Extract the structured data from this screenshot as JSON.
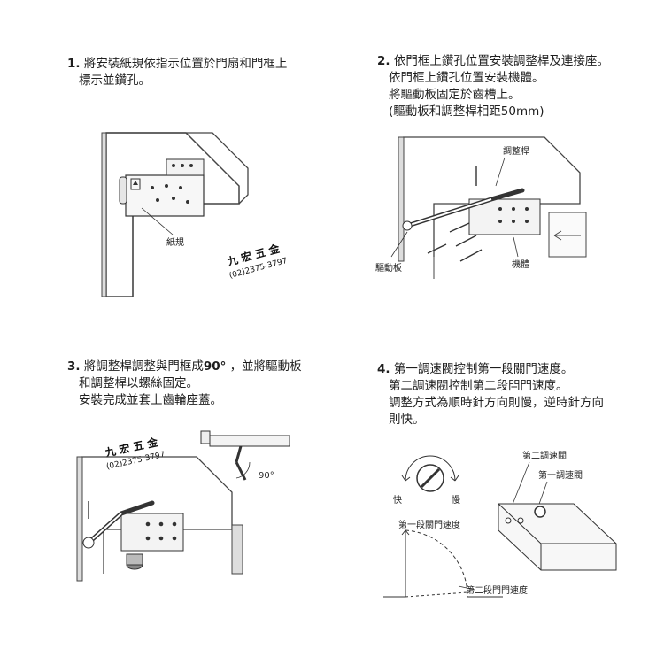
{
  "steps": [
    {
      "number": "1.",
      "lines": [
        "將安裝紙規依指示位置於門扇和門框上",
        "標示並鑽孔。"
      ],
      "labels": {
        "template": "紙規"
      }
    },
    {
      "number": "2.",
      "lines": [
        "依門框上鑽孔位置安裝調整桿及連接座。",
        "依門框上鑽孔位置安裝機體。",
        "將驅動板固定於齒槽上。",
        "(驅動板和調整桿相距50mm)"
      ],
      "labels": {
        "adjust_arm": "調整桿",
        "drive_plate": "驅動板",
        "body": "機體"
      }
    },
    {
      "number": "3.",
      "lines_prefix": "將調整桿調整與門框成",
      "angle_inline": "90°",
      "lines_suffix": "，並將驅動板",
      "lines": [
        "和調整桿以螺絲固定。",
        "安裝完成並套上齒輪座蓋。"
      ],
      "labels": {
        "angle": "90°"
      }
    },
    {
      "number": "4.",
      "lines": [
        "第一調速閥控制第一段關門速度。",
        "第二調速閥控制第二段閂門速度。",
        "調整方式為順時針方向則慢，逆時針方向",
        "則快。"
      ],
      "labels": {
        "fast": "快",
        "slow": "慢",
        "valve2": "第二調速閥",
        "valve1": "第一調速閥",
        "speed1": "第一段關門速度",
        "speed2": "第二段閂門速度"
      }
    }
  ],
  "stamp": {
    "name": "九 宏 五 金",
    "phone": "(02)2375-3797"
  }
}
